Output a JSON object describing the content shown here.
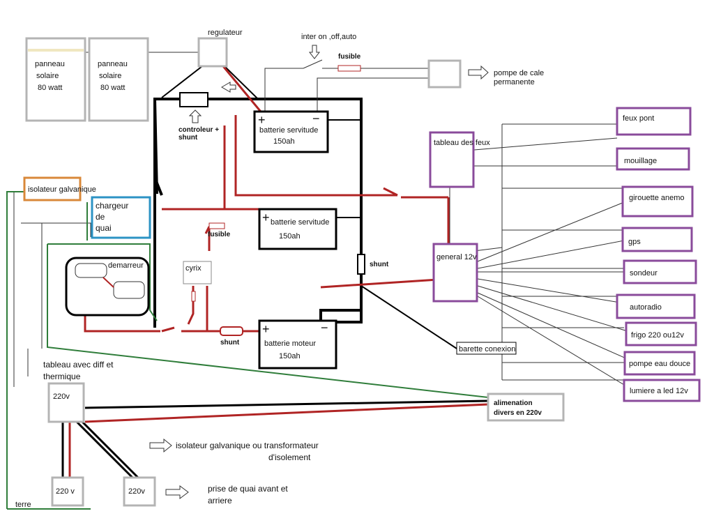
{
  "colors": {
    "black": "#000000",
    "red": "#b02424",
    "green": "#2f7d3a",
    "purple": "#8a4b9b",
    "grey": "#b4b4b4",
    "orange": "#d9883a",
    "blue": "#2c93c4",
    "dark": "#333333"
  },
  "labels": {
    "regulateur": "regulateur",
    "inter": "inter on ,off,auto",
    "fusible_top": "fusible",
    "pompe_cale_1": "pompe de cale",
    "pompe_cale_2": "permanente",
    "panneau1_1": "panneau",
    "panneau1_2": "solaire",
    "panneau1_3": "80 watt",
    "panneau2_1": "panneau",
    "panneau2_2": "solaire",
    "panneau2_3": "80 watt",
    "controleur_1": "controleur +",
    "controleur_2": "shunt",
    "batt1_1": "batterie servitude",
    "batt1_2": "150ah",
    "batt2_1": "batterie servitude",
    "batt2_2": "150ah",
    "batt3_1": "batterie moteur",
    "batt3_2": "150ah",
    "isolateur": "isolateur galvanique",
    "chargeur_1": "chargeur",
    "chargeur_2": "de",
    "chargeur_3": "quai",
    "demarreur": "demarreur",
    "fusible_mid": "fusible",
    "cyrix": "cyrix",
    "shunt_right": "shunt",
    "shunt_bottom": "shunt",
    "tableau_feux": "tableau des feux",
    "general": "general 12v",
    "barette": "barette conexion",
    "tableau_diff_1": "tableau avec diff et",
    "tableau_diff_2": "thermique",
    "v220_main": "220v",
    "alimentation_1": "alimenation",
    "alimentation_2": "divers en 220v",
    "isolateur_legend_1": "isolateur  galvanique ou transformateur",
    "isolateur_legend_2": "d'isolement",
    "v220_a": "220 v",
    "v220_b": "220v",
    "prise_1": "prise de quai avant et",
    "prise_2": "arriere",
    "terre": "terre",
    "plus": "+",
    "minus": "−"
  },
  "consumers": [
    "feux pont",
    "mouillage",
    "girouette anemo",
    "gps",
    "sondeur",
    "autoradio",
    "frigo 220 ou12v",
    "pompe eau douce",
    "lumiere  a led 12v"
  ]
}
